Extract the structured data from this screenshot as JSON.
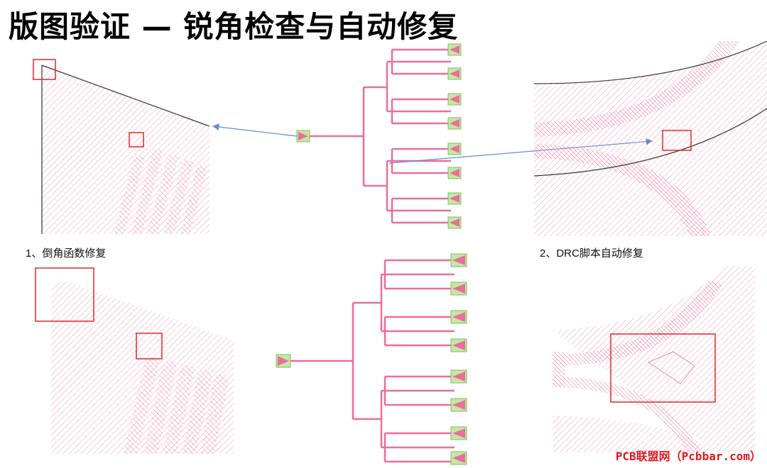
{
  "title": "版图验证 — 锐角检查与自动修复",
  "captions": {
    "method1": "1、倒角函数修复",
    "method2": "2、DRC脚本自动修复"
  },
  "watermark": "PCB联盟网（Pcbbar.com）",
  "colors": {
    "hatch": "#f3a6bf",
    "trace": "#ea6f98",
    "pad_fill": "#c6e6a8",
    "pad_border": "#7cc05a",
    "highlight_box": "#e4262b",
    "arrow": "#5b8fd6",
    "outline": "#333333"
  },
  "icons": {
    "arrow_left": "arrow-left-icon",
    "arrow_right": "arrow-right-icon"
  }
}
